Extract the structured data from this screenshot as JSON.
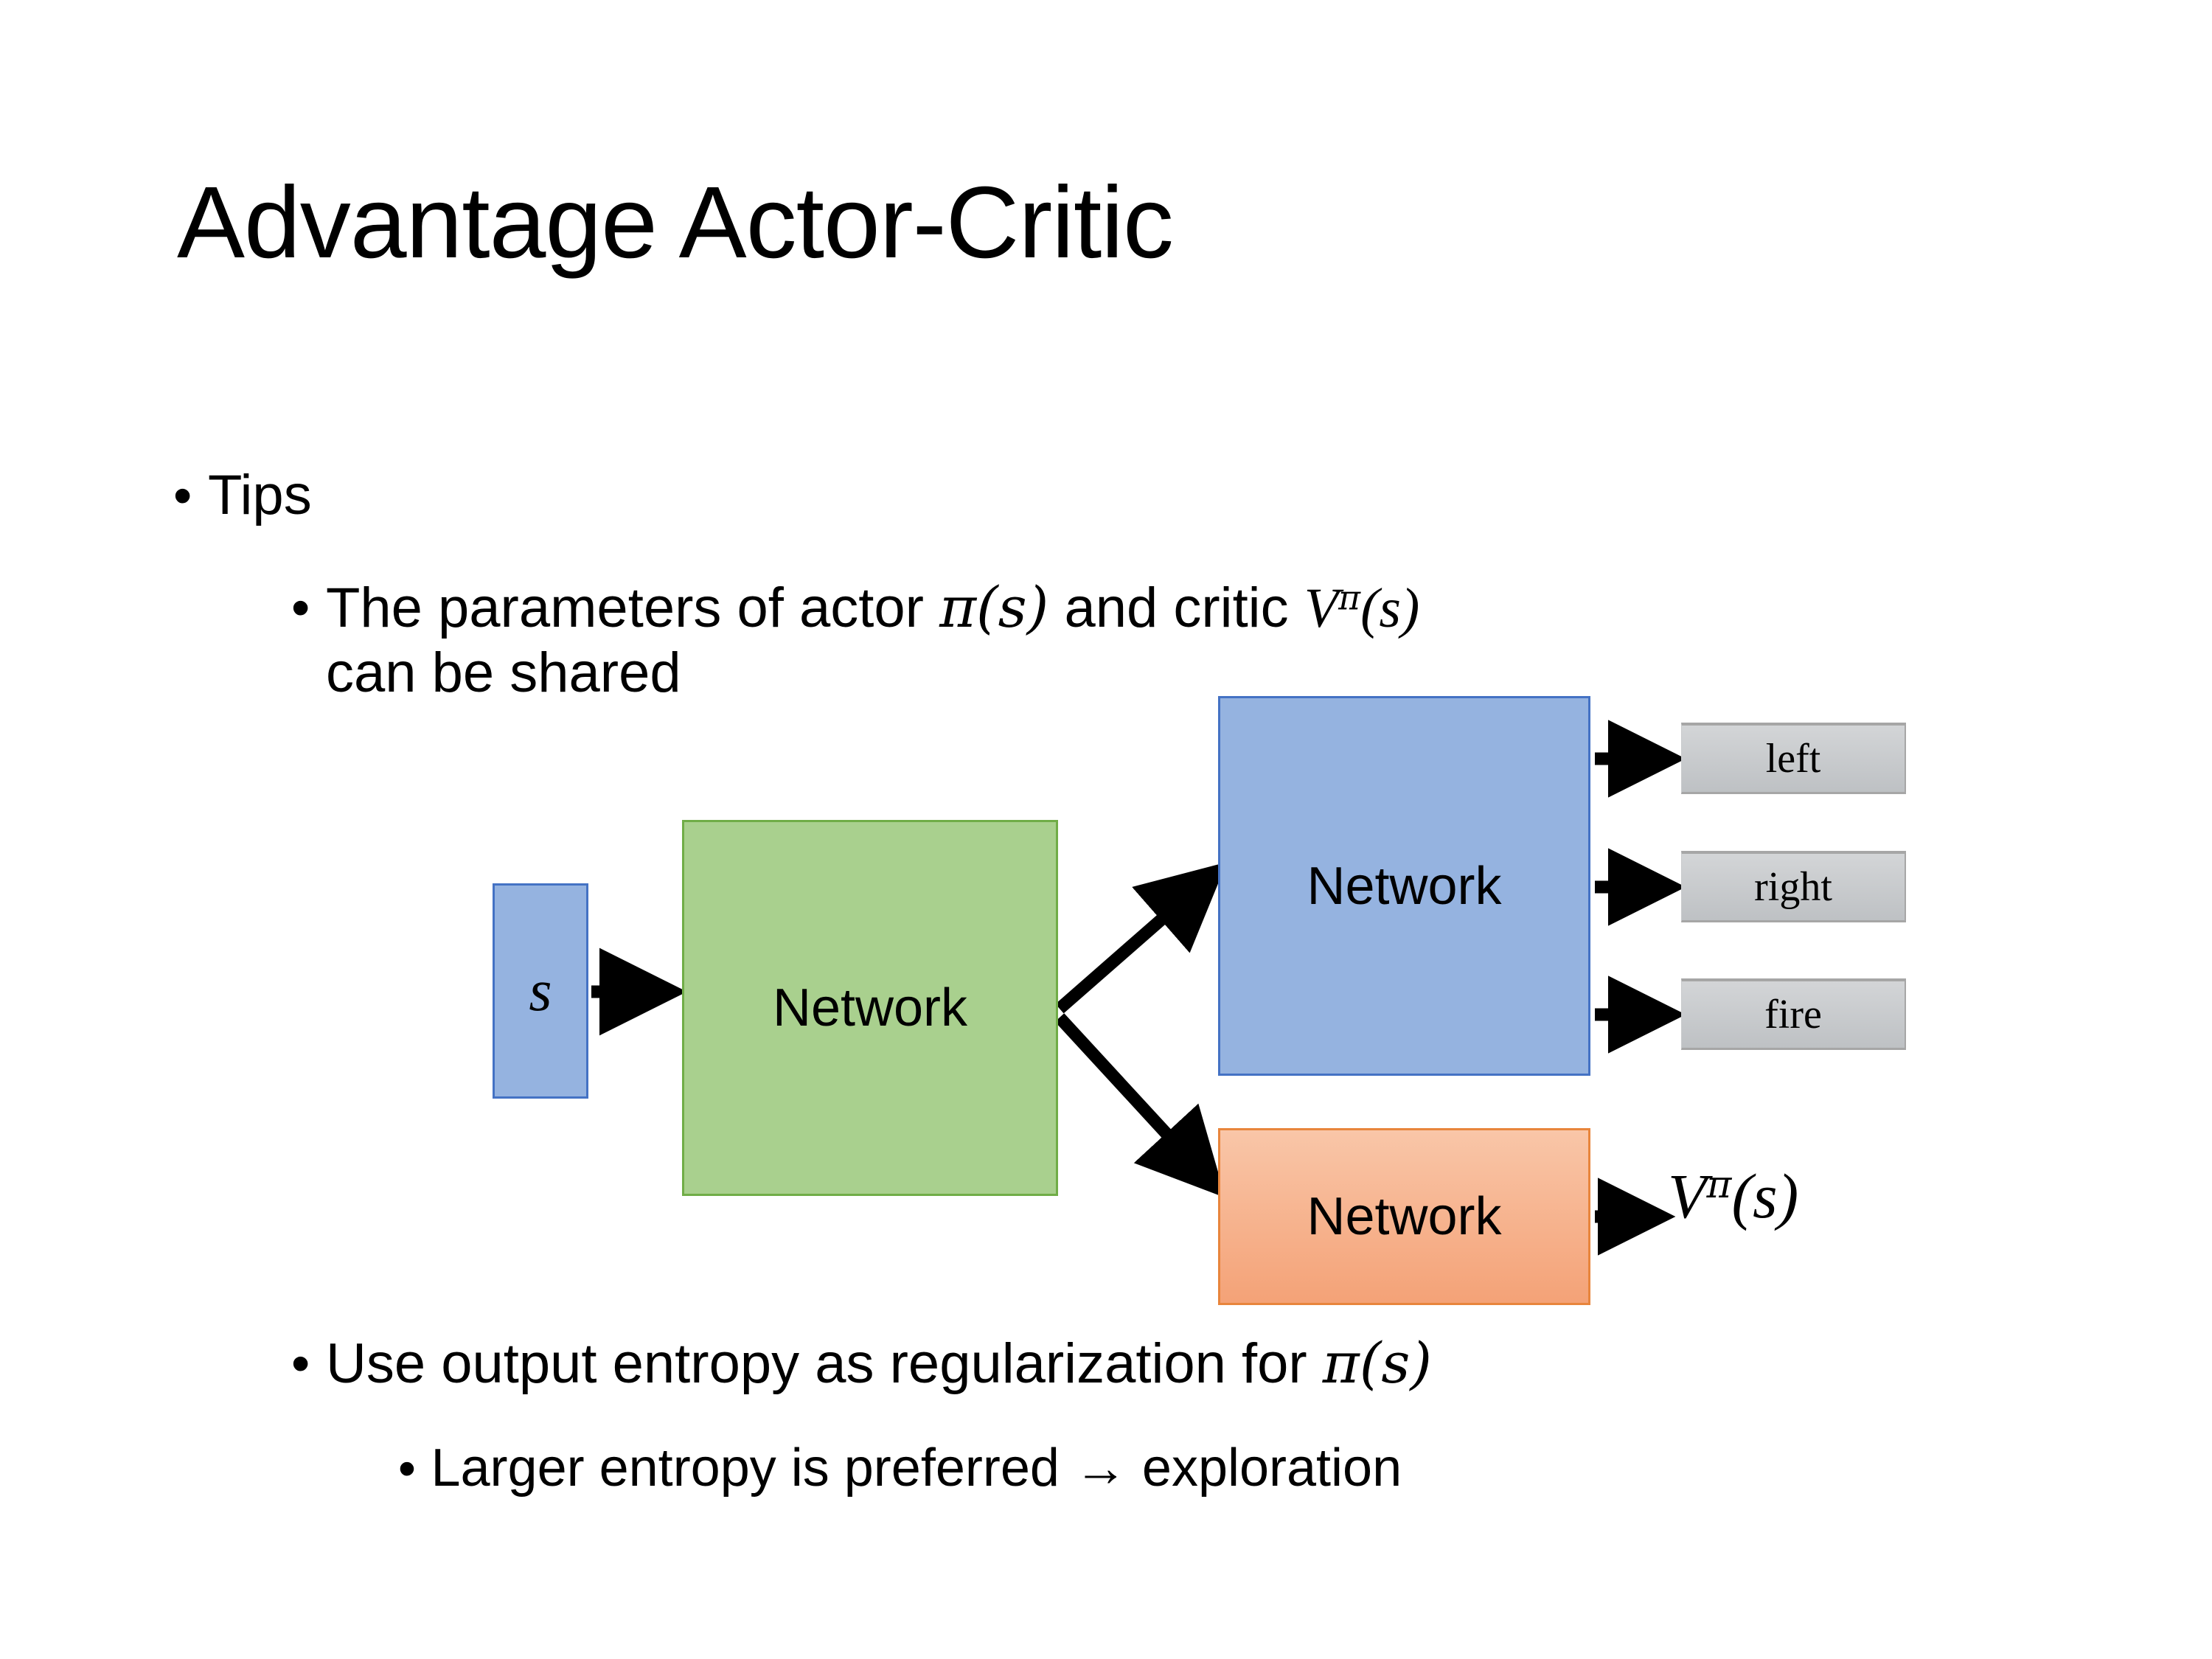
{
  "slide": {
    "title": "Advantage Actor-Critic",
    "background_color": "#FFFFFF"
  },
  "bullets": {
    "tips": {
      "marker": "•",
      "text": "Tips"
    },
    "parameters": {
      "marker": "•",
      "text_prefix": "The parameters of actor ",
      "math_actor": "π(s)",
      "text_middle": "  and critic ",
      "math_critic_base": "V",
      "math_critic_sup": "π",
      "math_critic_arg": "(s)",
      "text_line2": "can be shared"
    },
    "entropy": {
      "marker": "•",
      "text_prefix": "Use output entropy as regularization for ",
      "math_policy": "π(s)"
    },
    "larger": {
      "marker": "•",
      "text": "Larger entropy is preferred → exploration"
    }
  },
  "diagram": {
    "state_box": {
      "label": "s",
      "fill": "#95B3E0",
      "border": "#4472C4"
    },
    "shared_network": {
      "label": "Network",
      "fill": "#A9D08E",
      "border": "#70AD47"
    },
    "actor_network": {
      "label": "Network",
      "fill": "#95B3E0",
      "border": "#4472C4"
    },
    "critic_network": {
      "label": "Network",
      "fill": "#F4A277",
      "border": "#E8853C"
    },
    "actions": [
      {
        "label": "left"
      },
      {
        "label": "right"
      },
      {
        "label": "fire"
      }
    ],
    "critic_output": {
      "base": "V",
      "sup": "π",
      "arg": "(s)"
    },
    "arrow_color": "#000000"
  }
}
